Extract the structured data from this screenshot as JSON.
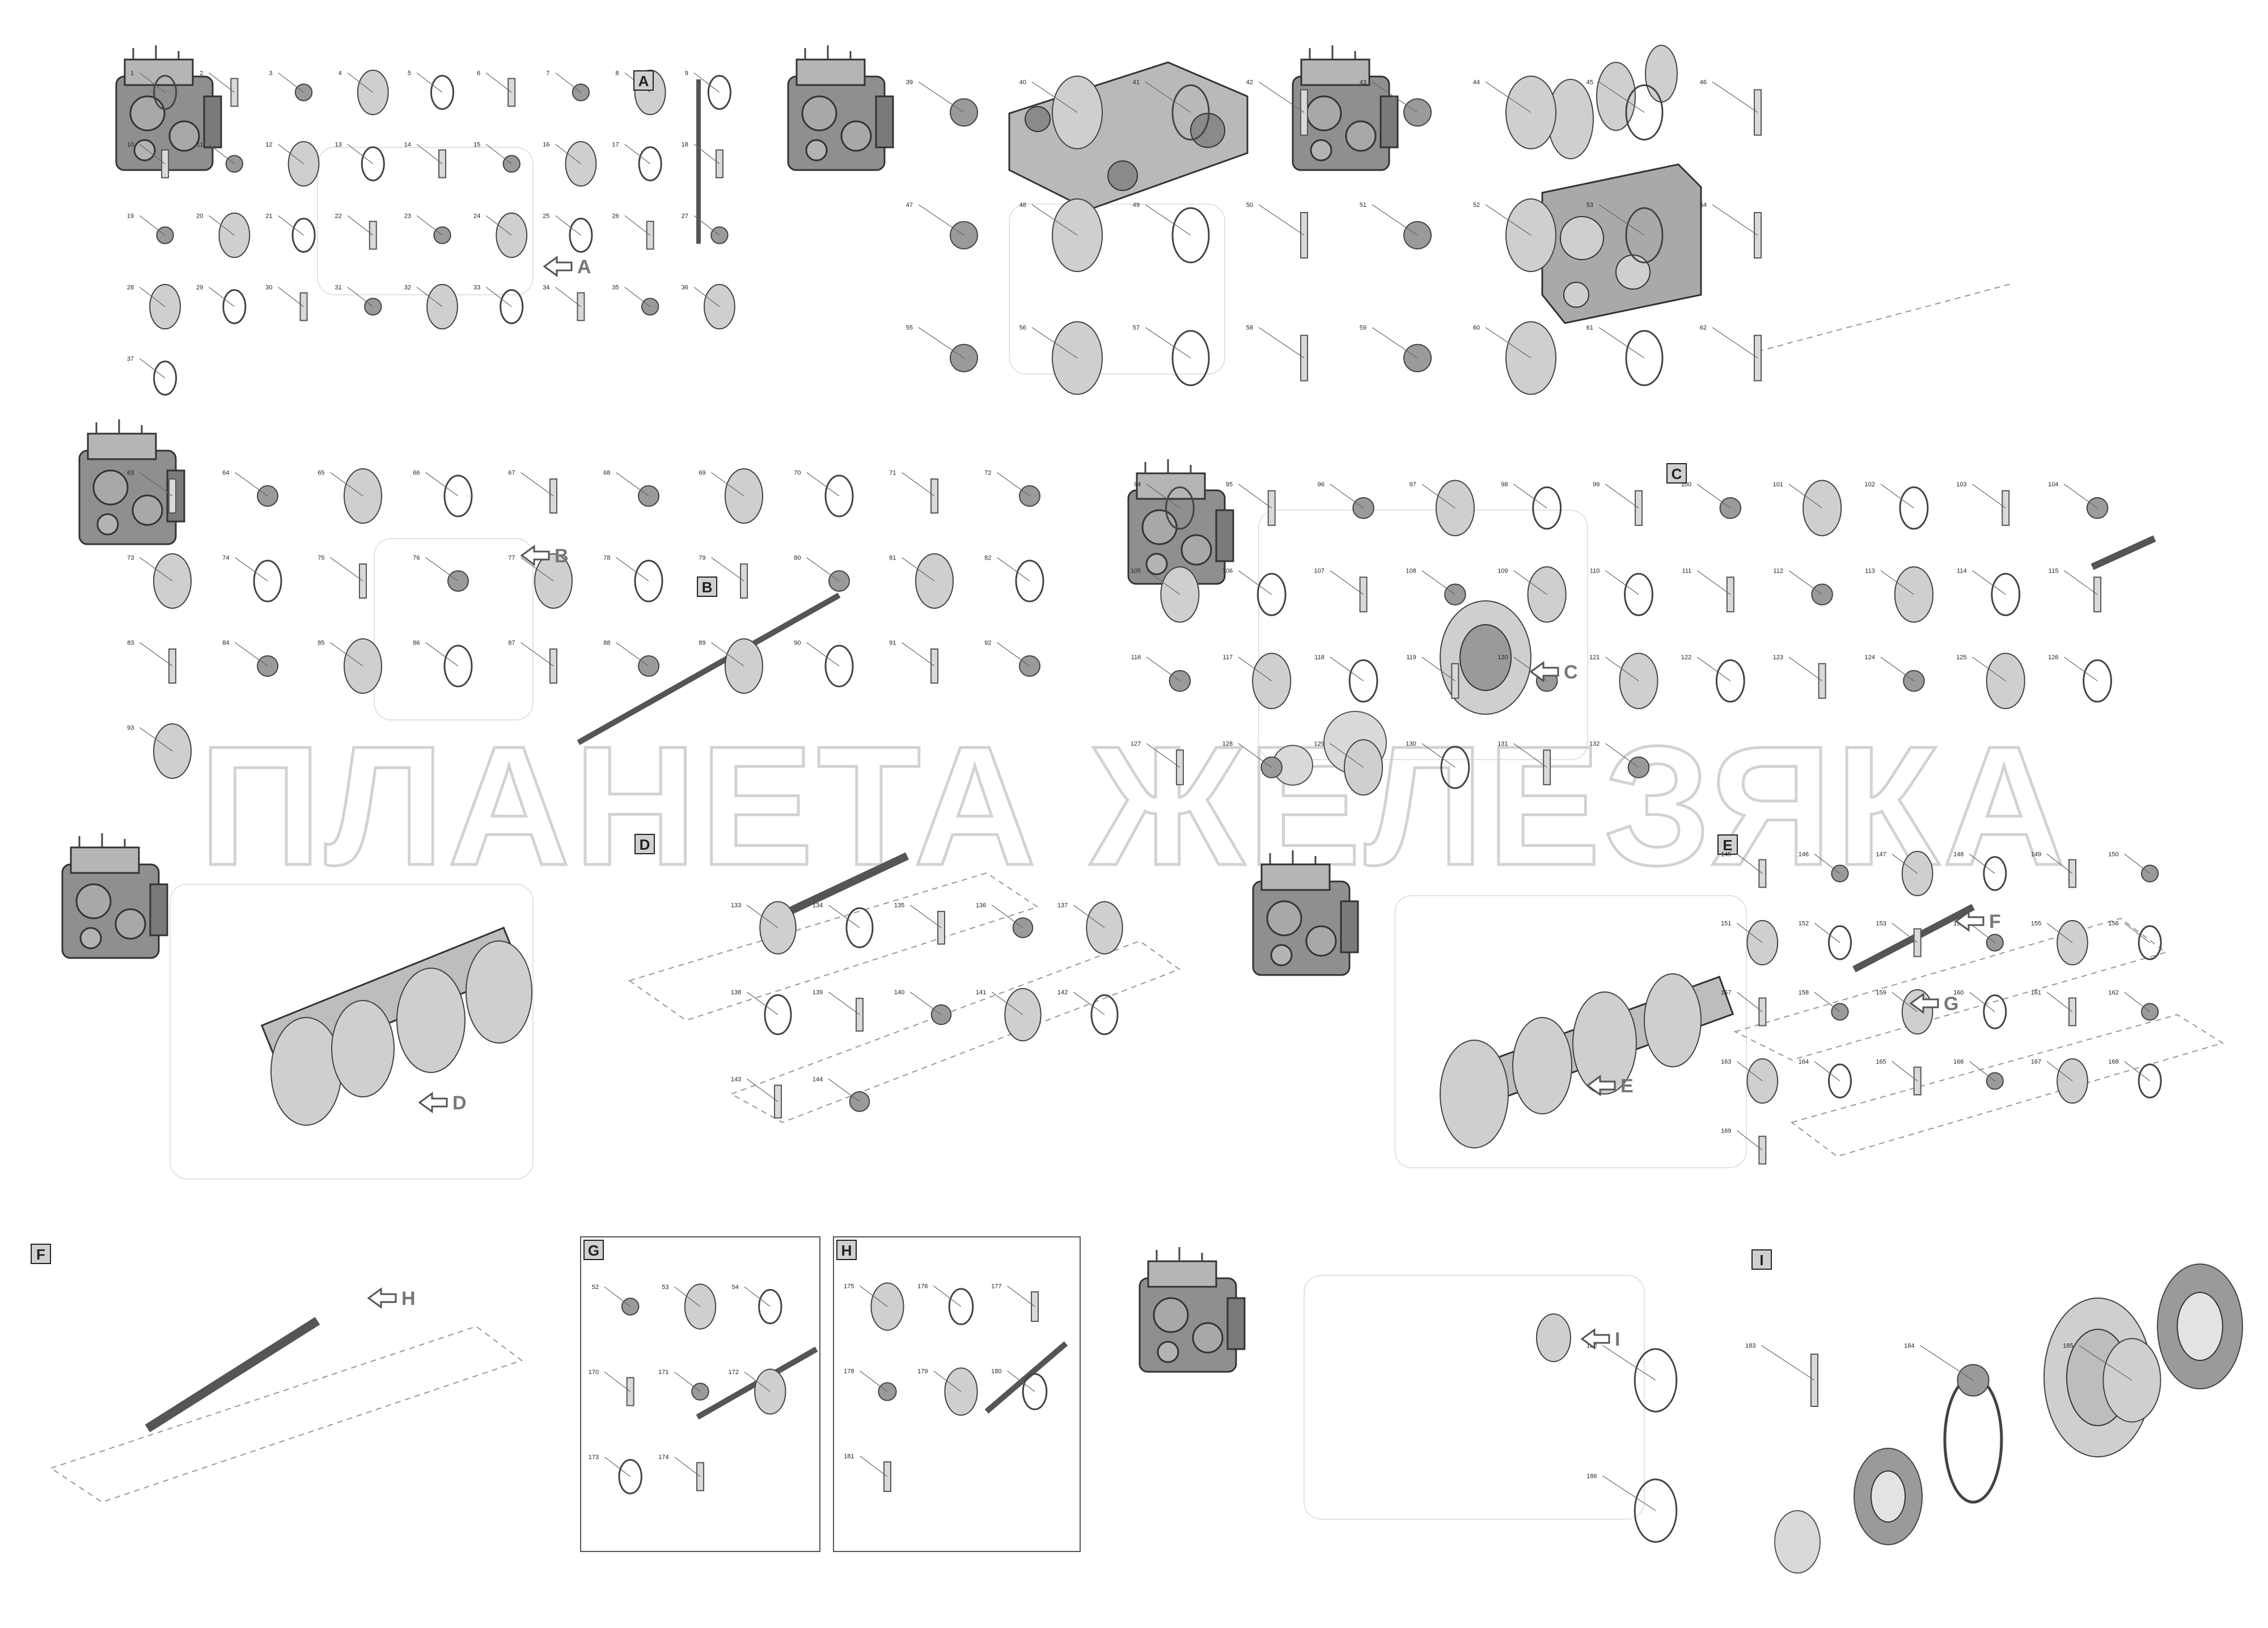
{
  "watermark": "ПЛАНЕТА ЖЕЛЕЗЯКА",
  "callout_letters": [
    "A",
    "B",
    "C",
    "D",
    "E",
    "F",
    "G",
    "H",
    "I"
  ],
  "callouts": {
    "A": {
      "box": "A",
      "arrow": "A",
      "parts": [
        "1",
        "2",
        "3",
        "4",
        "5",
        "6",
        "7",
        "8",
        "9",
        "10",
        "11",
        "12",
        "13",
        "14",
        "15",
        "16",
        "17",
        "18",
        "19",
        "20",
        "21",
        "22",
        "23",
        "24",
        "25",
        "26",
        "27",
        "28",
        "29",
        "30",
        "31",
        "32",
        "33",
        "34",
        "35",
        "36",
        "37"
      ]
    },
    "C": {
      "box": "C",
      "arrow": "C",
      "parts": [
        "39",
        "40",
        "41",
        "42",
        "43",
        "44",
        "45",
        "46",
        "47",
        "48",
        "49",
        "50",
        "51",
        "52",
        "53",
        "54",
        "55",
        "56",
        "57",
        "58",
        "59",
        "60",
        "61",
        "62"
      ]
    },
    "B": {
      "box": "B",
      "arrow": "B",
      "parts": [
        "63",
        "64",
        "65",
        "66",
        "67",
        "68",
        "69",
        "70",
        "71",
        "72",
        "73",
        "74",
        "75",
        "76",
        "77",
        "78",
        "79",
        "80",
        "81",
        "82",
        "83",
        "84",
        "85",
        "86",
        "87",
        "88",
        "89",
        "90",
        "91",
        "92",
        "93"
      ]
    },
    "E": {
      "box": "E",
      "arrow": "E",
      "parts": [
        "94",
        "95",
        "96",
        "97",
        "98",
        "99",
        "100",
        "101",
        "102",
        "103",
        "104",
        "105",
        "106",
        "107",
        "108",
        "109",
        "110",
        "111",
        "112",
        "113",
        "114",
        "115",
        "116",
        "117",
        "118",
        "119",
        "120",
        "121",
        "122",
        "123",
        "124",
        "125",
        "126",
        "127",
        "128",
        "129",
        "130",
        "131",
        "132"
      ]
    },
    "D": {
      "box": "D",
      "arrow": "D",
      "parts": [
        "133",
        "134",
        "135",
        "136",
        "137",
        "138",
        "139",
        "140",
        "141",
        "142",
        "143",
        "144"
      ]
    },
    "F": {
      "box": "F",
      "arrow": "F",
      "parts": [
        "145",
        "146",
        "147",
        "148",
        "149",
        "150",
        "151",
        "152",
        "153",
        "154",
        "155",
        "156",
        "157",
        "158",
        "159",
        "160",
        "161",
        "162",
        "163",
        "164",
        "165",
        "166",
        "167",
        "168",
        "169"
      ]
    },
    "G": {
      "box": "G",
      "arrow": "G",
      "parts": [
        "52",
        "53",
        "54",
        "170",
        "171",
        "172",
        "173",
        "174"
      ]
    },
    "H": {
      "box": "H",
      "arrow": "H",
      "parts": [
        "175",
        "176",
        "177",
        "178",
        "179",
        "180",
        "181"
      ]
    },
    "I": {
      "box": "I",
      "arrow": "I",
      "parts": [
        "182",
        "183",
        "184",
        "185",
        "186"
      ]
    }
  }
}
